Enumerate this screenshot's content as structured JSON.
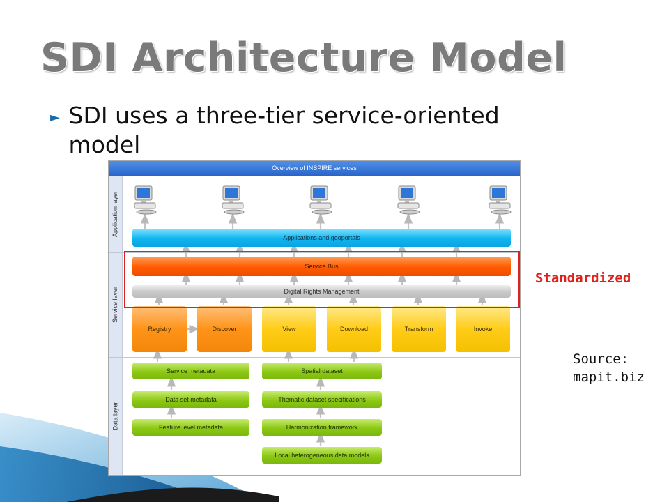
{
  "slide": {
    "title": "SDI Architecture Model",
    "bullet": "SDI uses a three-tier service-oriented model",
    "callout": "Standardized",
    "source_label": "Source:",
    "source_value": "mapit.biz"
  },
  "diagram": {
    "header": "Overview of INSPIRE services",
    "layers": {
      "application": "Application layer",
      "service": "Service layer",
      "data": "Data layer"
    },
    "applications_bar": "Applications and geoportals",
    "service_bus": "Service Bus",
    "drm": "Digital Rights Management",
    "services": [
      "Registry",
      "Discover",
      "View",
      "Download",
      "Transform",
      "Invoke"
    ],
    "metadata_column": [
      "Service metadata",
      "Data set metadata",
      "Feature level metadata"
    ],
    "dataset_column": [
      "Spatial dataset",
      "Thematic dataset specifications",
      "Harmonization framework",
      "Local heterogeneous data models"
    ]
  },
  "colors": {
    "callout": "#e0201b",
    "header": "#2a64c9",
    "service_bus": "#ff5a00",
    "applications": "#10b4ef",
    "data_boxes": "#8cc814"
  },
  "icons": [
    "client-computer-icon",
    "bullet-arrow-icon"
  ]
}
